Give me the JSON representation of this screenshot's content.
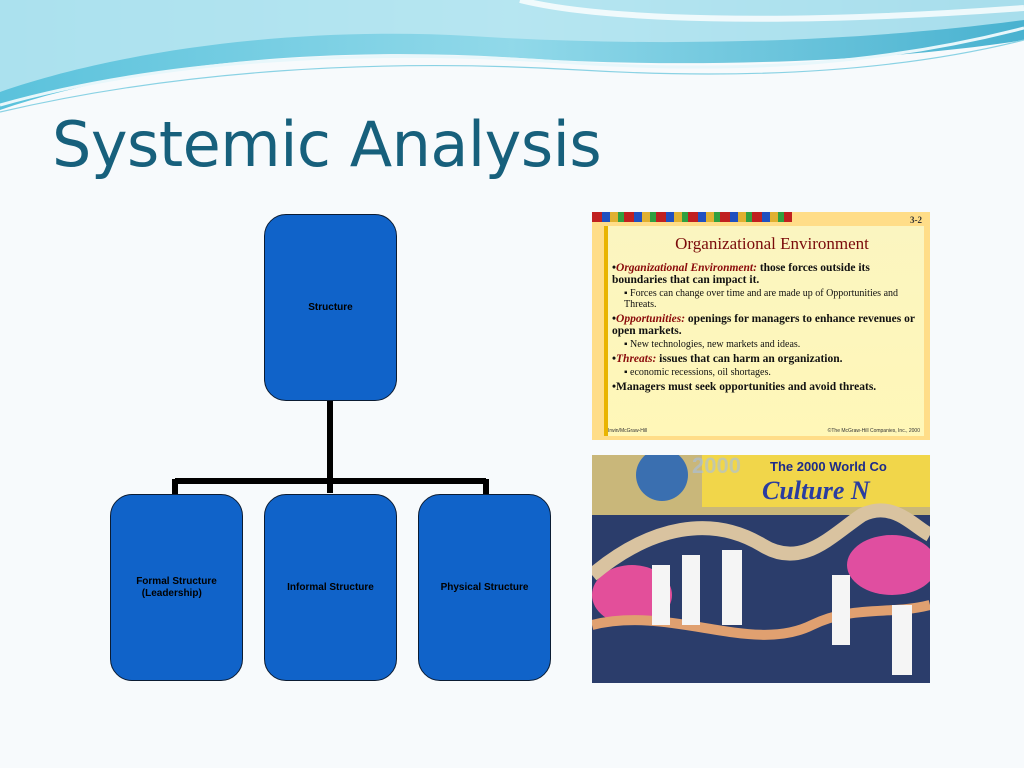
{
  "slide": {
    "title": "Systemic Analysis"
  },
  "org_chart": {
    "root": "Structure",
    "children": [
      "Formal Structure\n  (Leadership)",
      "Informal Structure",
      "Physical Structure"
    ]
  },
  "thumbnail": {
    "page_number": "3-2",
    "title": "Organizational Environment",
    "bullets": [
      {
        "term": "Organizational Environment:",
        "text": " those forces outside its boundaries that can impact it."
      },
      {
        "sub": "Forces can change over time and are made up of Opportunities and Threats."
      },
      {
        "term": "Opportunities:",
        "text": " openings for managers to enhance revenues or open markets."
      },
      {
        "sub": "New technologies, new markets and ideas."
      },
      {
        "term": "Threats:",
        "text": " issues that can harm an organization."
      },
      {
        "sub": "economic recessions, oil shortages."
      },
      {
        "term": "",
        "text": "Managers must seek opportunities and avoid threats."
      }
    ],
    "footer_left": "Irwin/McGraw-Hill",
    "footer_right": "©The McGraw-Hill Companies, Inc., 2000"
  },
  "photo": {
    "banner_text": "The 2000 World Co",
    "banner_text2": "Culture N",
    "banner_year": "2000"
  },
  "colors": {
    "title": "#17607c",
    "node_fill": "#1063c9",
    "connector": "#000000"
  }
}
